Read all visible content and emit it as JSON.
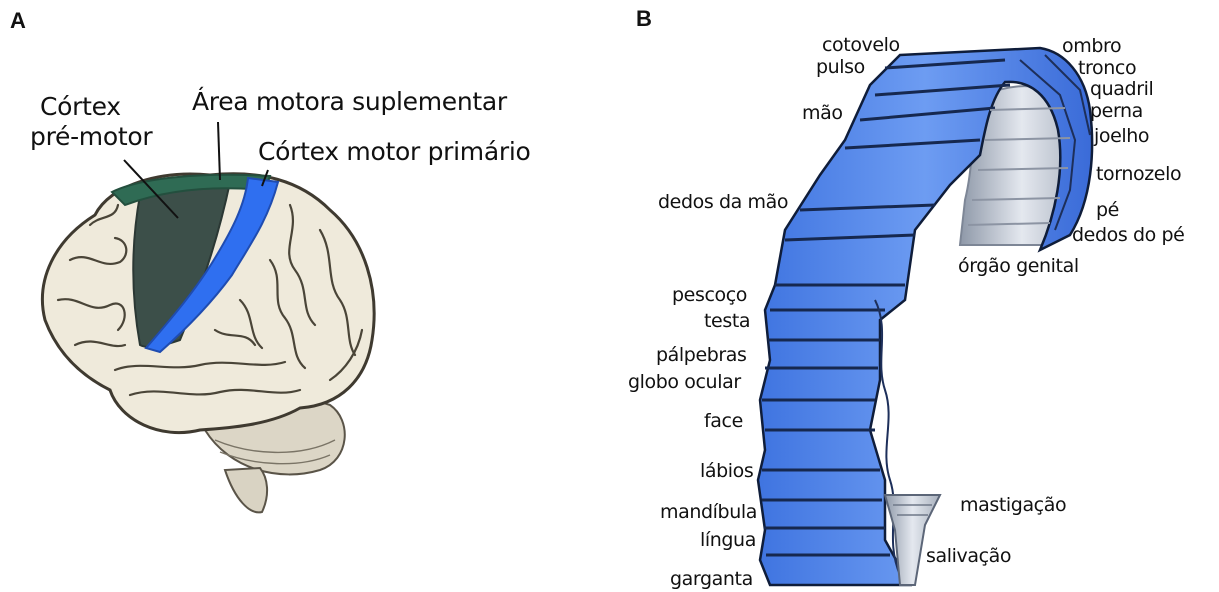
{
  "panel_a": {
    "letter": "A",
    "labels": {
      "premotor_line1": "Córtex",
      "premotor_line2": "pré-motor",
      "supplementary": "Área motora suplementar",
      "primary": "Córtex motor primário"
    },
    "colors": {
      "premotor": "#3c4f49",
      "supplementary": "#2f6b54",
      "primary": "#2f6ff0",
      "brain": "#efeadb"
    }
  },
  "panel_b": {
    "letter": "B",
    "homunculus_labels": [
      "cotovelo",
      "pulso",
      "mão",
      "ombro",
      "tronco",
      "quadril",
      "perna",
      "joelho",
      "tornozelo",
      "pé",
      "dedos do pé",
      "órgão genital",
      "dedos da mão",
      "pescoço",
      "testa",
      "pálpebras",
      "globo ocular",
      "face",
      "lábios",
      "mandíbula",
      "língua",
      "garganta",
      "mastigação",
      "salivação"
    ],
    "colors": {
      "body": "#5a8de8",
      "light": "#a9c4f6",
      "grey": "#b8bfcb"
    }
  }
}
